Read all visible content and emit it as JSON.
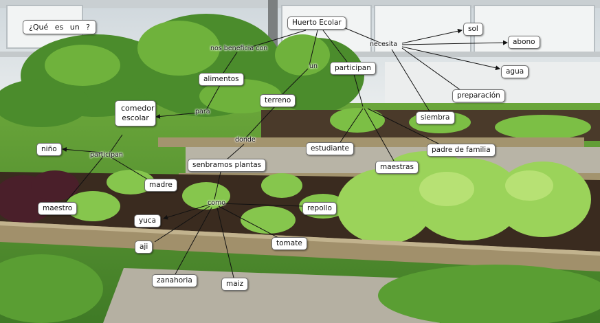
{
  "question": "¿Qué es un ?",
  "concepts": {
    "huerto": "Huerto Ecolar",
    "sol": "sol",
    "abono": "abono",
    "agua": "agua",
    "preparacion": "preparación",
    "siembra": "siembra",
    "alimentos": "alimentos",
    "terreno": "terreno",
    "participan": "participan",
    "comedor": "comedor escolar",
    "nino": "niño",
    "estudiante": "estudiante",
    "padre": "padre de familia",
    "maestras": "maestras",
    "sembramos": "senbramos plantas",
    "madre": "madre",
    "maestro": "maestro",
    "yuca": "yuca",
    "repollo": "repollo",
    "aji": "aji",
    "tomate": "tomate",
    "zanahoria": "zanahoria",
    "maiz": "maiz"
  },
  "link_labels": {
    "nos_beneficia": "nos beneficia con",
    "necesita": "necesita",
    "un": "un",
    "para": "para",
    "donde": "donde",
    "participan_small": "participan",
    "como": "como"
  },
  "colors": {
    "sky": "#d8dfe3",
    "wall": "#e9ecec",
    "foliage_dark": "#3f7a26",
    "foliage_light": "#8cc850",
    "soil": "#3a2b1f",
    "timber": "#9d8e6a",
    "purple_plants": "#4a1f2a",
    "node_border": "#6e6e6e"
  }
}
